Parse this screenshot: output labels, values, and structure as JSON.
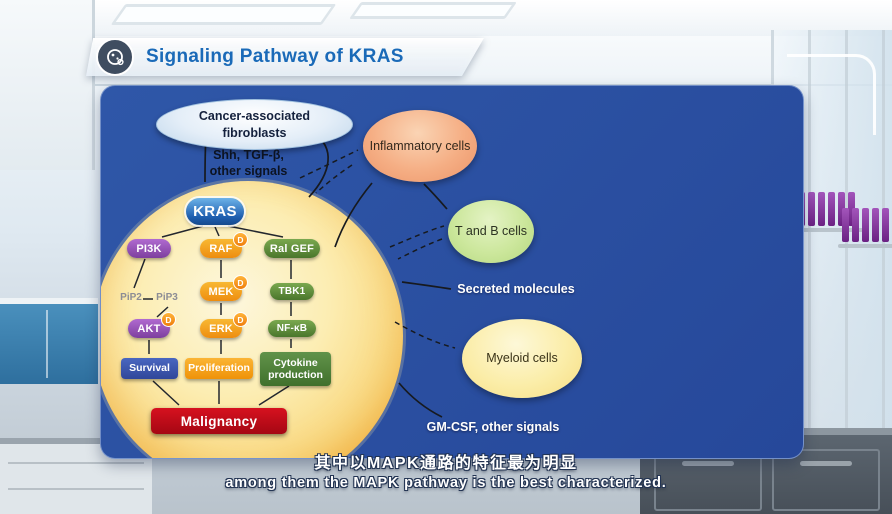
{
  "header": {
    "title": "Signaling Pathway of KRAS"
  },
  "pathway": {
    "fibroblasts": "Cancer-associated fibroblasts",
    "top_signals": "Shh, TGF-β, other signals",
    "kras": "KRAS",
    "pi3k": "PI3K",
    "raf": "RAF",
    "ral_gef": "Ral GEF",
    "pip2": "PiP2",
    "pip3": "PiP3",
    "mek": "MEK",
    "tbk1": "TBK1",
    "akt": "AKT",
    "erk": "ERK",
    "nfkb": "NF-κB",
    "survival": "Survival",
    "proliferation": "Proliferation",
    "cytokine_production": "Cytokine production",
    "malignancy": "Malignancy",
    "drug_badge": "D",
    "inflammatory_cells": "Inflammatory cells",
    "t_and_b_cells": "T and B cells",
    "secreted_molecules": "Secreted molecules",
    "myeloid_cells": "Myeloid cells",
    "gmcsf_signals": "GM-CSF, other signals"
  },
  "subtitles": {
    "zh": "其中以MAPK通路的特征最为明显",
    "en": "among them the MAPK pathway is the best characterized."
  },
  "colors": {
    "panel_blue": "#2f57a8",
    "title_blue": "#1a6ab8",
    "cell_yellow": "#f8d06c",
    "kras_blue": "#1f5fb0",
    "node_purple": "#8a4ba8",
    "node_orange": "#f49a12",
    "node_green": "#4e7e38",
    "malignancy_red": "#c20a1d"
  }
}
